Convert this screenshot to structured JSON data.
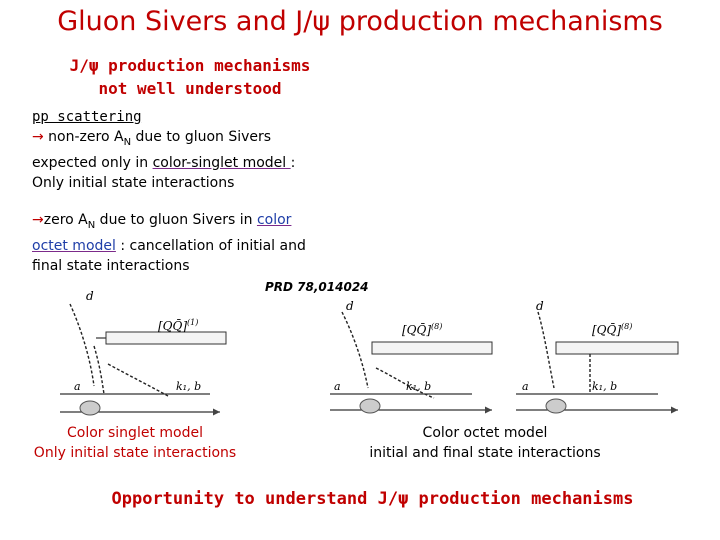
{
  "title": "Gluon Sivers and J/ψ production mechanisms",
  "subtitle": {
    "line1": "J/ψ production mechanisms",
    "line2": "not well understood"
  },
  "pp_heading": "pp  scattering",
  "item1": {
    "arrow": "→",
    "text_pre": " non-zero A",
    "subscript": "N",
    "text_post": " due to gluon Sivers",
    "line2_pre": "expected only in ",
    "line2_link": "color-singlet model ",
    "line2_post": ":",
    "line3": "Only initial state interactions"
  },
  "item2": {
    "arrow": "→",
    "text_pre": "zero A",
    "subscript": "N",
    "text_post": "  due to gluon Sivers in ",
    "link_a": "color",
    "link_b": "octet model",
    "line2_post": " : cancellation  of initial and",
    "line3": "final state interactions"
  },
  "reference": "PRD 78,014024",
  "diagrams": [
    {
      "labels": {
        "top": "d",
        "meson": "[QQ̄]",
        "meson_sup": "(1)",
        "left": "a",
        "right": "k₁, b"
      }
    },
    {
      "labels": {
        "top": "d",
        "meson": "[QQ̄]",
        "meson_sup": "(8)",
        "left": "a",
        "right": "k₁, b"
      }
    },
    {
      "labels": {
        "top": "d",
        "meson": "[QQ̄]",
        "meson_sup": "(8)",
        "left": "a",
        "right": "k₁, b"
      }
    }
  ],
  "captions": {
    "left_line1": "Color singlet model",
    "left_line2": "Only initial state interactions",
    "right_line1": "Color octet model",
    "right_line2": "initial and final state interactions"
  },
  "bottom_line": "Opportunity to understand J/ψ production mechanisms",
  "colors": {
    "accent": "#c00000",
    "link": "#1f3ea8",
    "underline": "#7b2a8a"
  }
}
